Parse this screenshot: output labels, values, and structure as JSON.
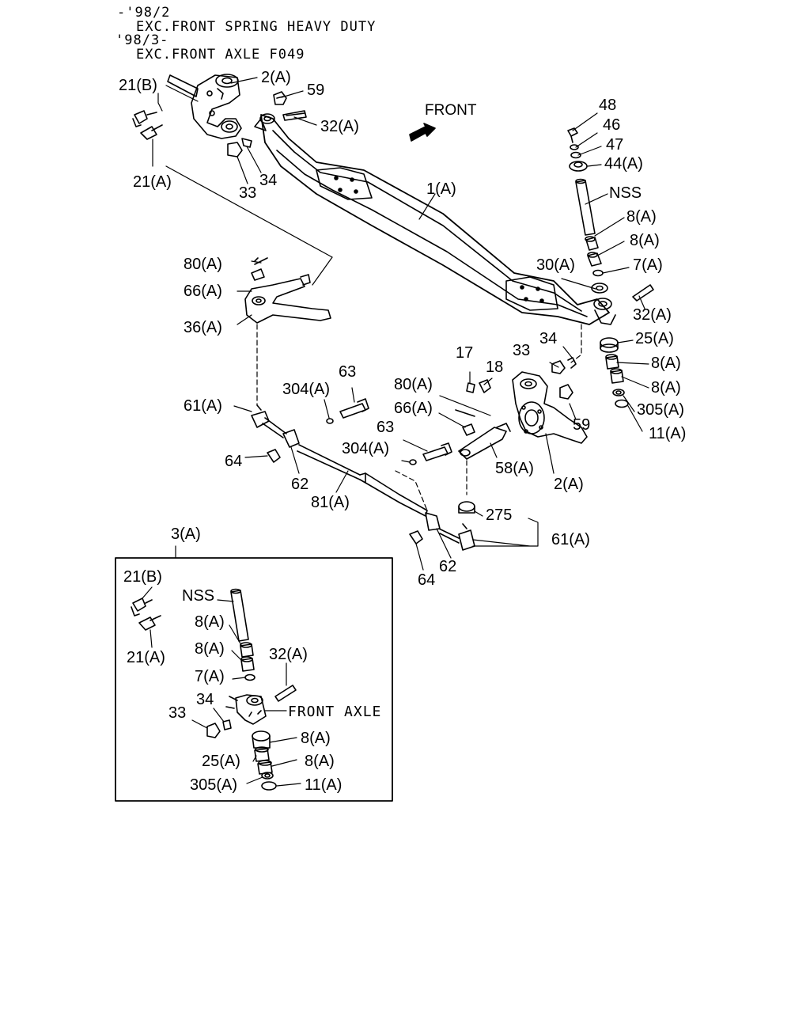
{
  "header": {
    "line1": "-'98/2",
    "line2": "EXC.FRONT SPRING HEAVY DUTY",
    "line3": "'98/3-",
    "line4": "EXC.FRONT AXLE F049"
  },
  "front_arrow_label": "FRONT",
  "labels": {
    "l_21b_top": "21(B)",
    "l_2a_top": "2(A)",
    "l_59_top": "59",
    "l_32a_top": "32(A)",
    "l_21a_top": "21(A)",
    "l_33_top": "33",
    "l_34_top": "34",
    "l_48": "48",
    "l_46": "46",
    "l_47": "47",
    "l_44a": "44(A)",
    "l_nss_right": "NSS",
    "l_8a_r1": "8(A)",
    "l_8a_r2": "8(A)",
    "l_7a_right": "7(A)",
    "l_1a": "1(A)",
    "l_30a": "30(A)",
    "l_32a_right": "32(A)",
    "l_80a_left": "80(A)",
    "l_66a_left": "66(A)",
    "l_36a": "36(A)",
    "l_34_mid": "34",
    "l_33_mid": "33",
    "l_25a_right": "25(A)",
    "l_8a_r3": "8(A)",
    "l_8a_r4": "8(A)",
    "l_305a_right": "305(A)",
    "l_11a_right": "11(A)",
    "l_17": "17",
    "l_18": "18",
    "l_59_mid": "59",
    "l_63_upper": "63",
    "l_304a_upper": "304(A)",
    "l_61a_left": "61(A)",
    "l_80a_mid": "80(A)",
    "l_66a_mid": "66(A)",
    "l_63_mid": "63",
    "l_304a_mid": "304(A)",
    "l_58a": "58(A)",
    "l_2a_mid": "2(A)",
    "l_64_left": "64",
    "l_62_left": "62",
    "l_81a": "81(A)",
    "l_275": "275",
    "l_61a_right": "61(A)",
    "l_3a": "3(A)",
    "l_62_lower": "62",
    "l_64_lower": "64",
    "inset": {
      "l_21b": "21(B)",
      "l_nss": "NSS",
      "l_8a_1": "8(A)",
      "l_21a": "21(A)",
      "l_8a_2": "8(A)",
      "l_32a": "32(A)",
      "l_7a": "7(A)",
      "l_34": "34",
      "l_33": "33",
      "l_front_axle": "FRONT AXLE",
      "l_8a_3": "8(A)",
      "l_25a": "25(A)",
      "l_8a_4": "8(A)",
      "l_305a": "305(A)",
      "l_11a": "11(A)"
    }
  }
}
